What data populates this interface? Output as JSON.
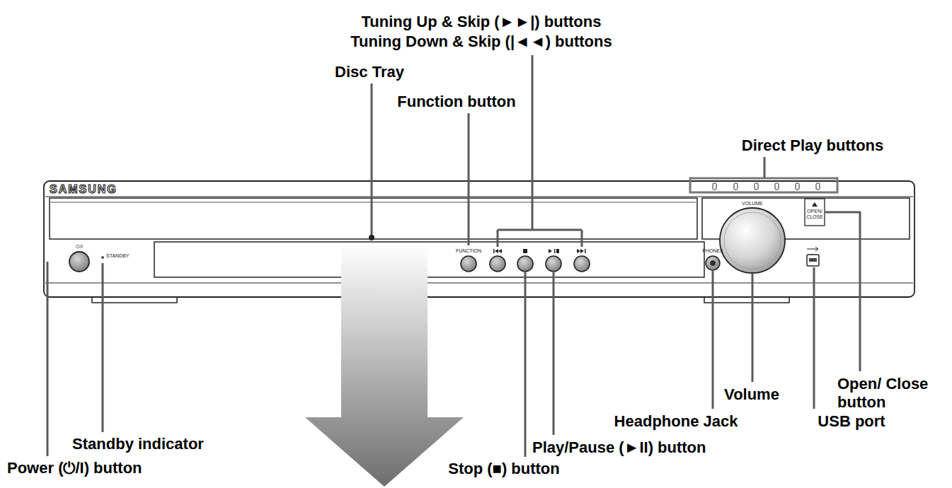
{
  "diagram": {
    "labels": [
      "Tuning Up & Skip (►►|) buttons",
      "Tuning Down & Skip (|◄◄) buttons",
      "Disc Tray",
      "Function button",
      "Direct Play buttons",
      "SAMSUNG",
      "⏻/I",
      "STANDBY",
      "VOLUME",
      "OPEN/ CLOSE",
      "FUNCTION",
      "PHONES",
      "Open/ Close button",
      "Volume",
      "Standby indicator",
      "Headphone Jack",
      "USB port",
      "Power (⏻/I) button",
      "Play/Pause (►II) button",
      "Stop (■) button"
    ]
  }
}
